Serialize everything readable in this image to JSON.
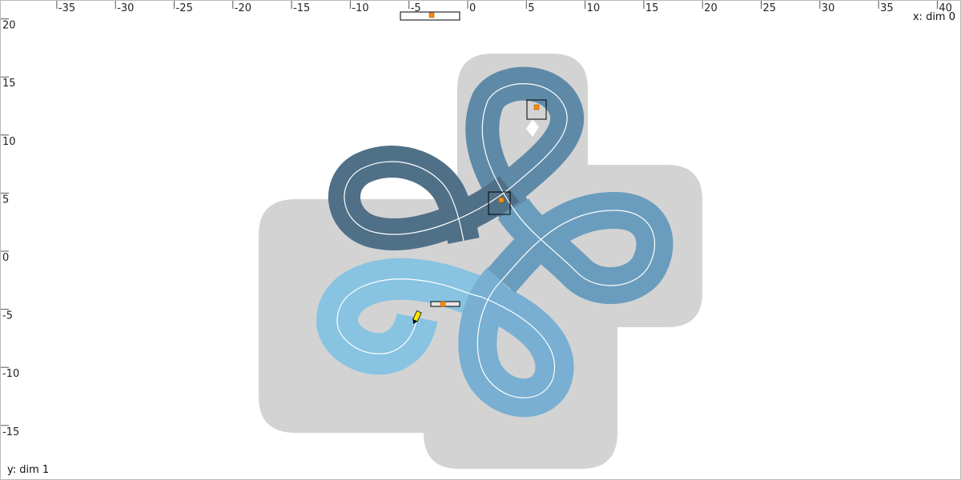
{
  "x_axis": {
    "name": "x: dim 0",
    "ticks": [
      -35,
      -30,
      -25,
      -20,
      -15,
      -10,
      -5,
      0,
      5,
      10,
      15,
      20,
      25,
      30,
      35,
      40
    ]
  },
  "y_axis": {
    "name": "y: dim 1",
    "ticks": [
      20,
      15,
      10,
      5,
      0,
      -5,
      -10,
      -15
    ]
  },
  "colors": {
    "background": "#ffffff",
    "region": "#d3d3d3",
    "ribbon_dark": "#4f7087",
    "ribbon_mid": "#5e8aa8",
    "ribbon_light": "#78afd2",
    "ribbon_lightest": "#88c3e2",
    "centerline": "#ffffff",
    "handle": "#ff8c00",
    "selection_box": "#000000",
    "cursor": "#ffe700"
  },
  "icons": {
    "drag_handle": "orange-square-handle",
    "slider": "horizontal-range-slider",
    "cursor": "yellow-pencil-icon"
  }
}
